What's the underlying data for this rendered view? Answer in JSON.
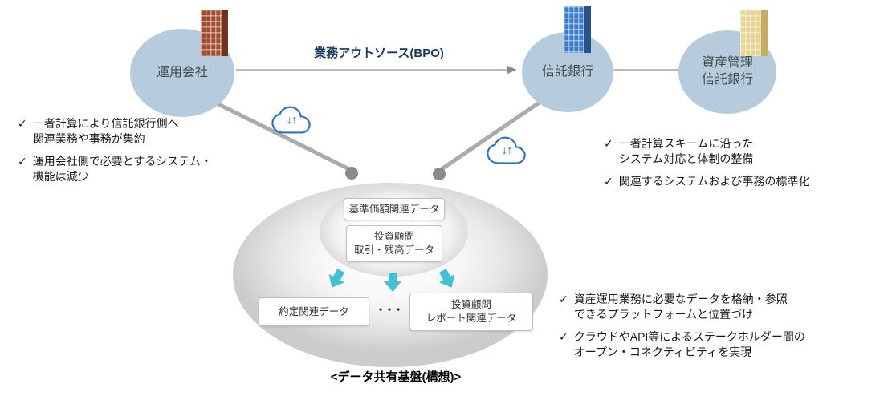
{
  "glyphs": {
    "check": "✓",
    "dots": "・・・",
    "cloud_arrows": "↓↑"
  },
  "entities": {
    "management_company": "運用会社",
    "trust_bank": "信託銀行",
    "asset_trust_bank": "資産管理\n信託銀行"
  },
  "bpo": {
    "label": "業務アウトソース(BPO)"
  },
  "platform": {
    "caption": "<データ共有基盤(構想)>",
    "box_nav": "基準価額関連データ",
    "box_advisory_balance": "投資顧問\n取引・残高データ",
    "box_trade": "約定関連データ",
    "box_advisory_report": "投資顧問\nレポート関連データ"
  },
  "notes": {
    "left": [
      "一者計算により信託銀行側へ\n関連業務や事務が集約",
      "運用会社側で必要とするシステム・\n機能は減少"
    ],
    "right_top": [
      "一者計算スキームに沿った\nシステム対応と体制の整備",
      "関連するシステムおよび事務の標準化"
    ],
    "right_bottom": [
      "資産運用業務に必要なデータを格納・参照\nできるプラットフォームと位置づけ",
      "クラウドやAPI等によるステークホルダー間の\nオープン・コネクティビティを実現"
    ]
  },
  "colors": {
    "circle_fill": "#b6cbdb",
    "accent_navy": "#17365d",
    "cloud_blue": "#2e75b6",
    "teal_arrow": "#44c0d6",
    "line_gray": "#ababab"
  }
}
